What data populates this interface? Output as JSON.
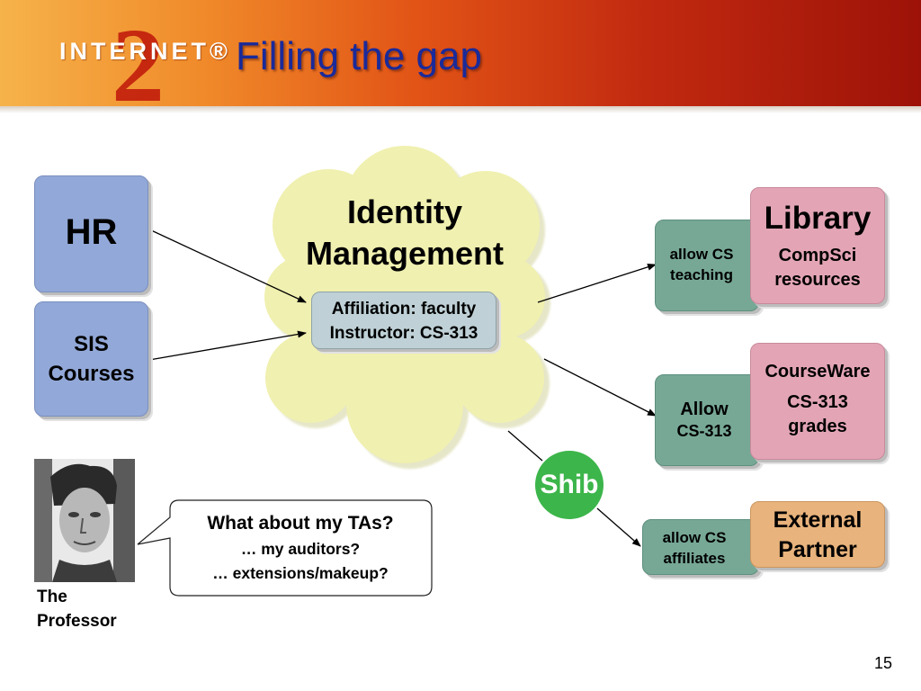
{
  "header": {
    "logo": "INTERNET®",
    "logo_numeral": "2",
    "title": "Filling the gap"
  },
  "sources": {
    "hr": "HR",
    "sis_line1": "SIS",
    "sis_line2": "Courses"
  },
  "identity": {
    "title_line1": "Identity",
    "title_line2": "Management",
    "attr_line1": "Affiliation: faculty",
    "attr_line2": "Instructor: CS-313"
  },
  "shib": "Shib",
  "targets": {
    "library": {
      "policy_line1": "allow CS",
      "policy_line2": "teaching",
      "title": "Library",
      "sub_line1": "CompSci",
      "sub_line2": "resources"
    },
    "courseware": {
      "policy_line1": "Allow",
      "policy_line2": "CS-313",
      "title": "CourseWare",
      "sub_line1": "CS-313",
      "sub_line2": "grades"
    },
    "external": {
      "policy_line1": "allow CS",
      "policy_line2": "affiliates",
      "title_line1": "External",
      "title_line2": "Partner"
    }
  },
  "speech": {
    "line1": "What about my TAs?",
    "line2": "… my auditors?",
    "line3": "… extensions/makeup?"
  },
  "professor": {
    "line1": "The",
    "line2": "Professor"
  },
  "page_number": "15",
  "colors": {
    "source_box": "#92a8d8",
    "policy_box": "#77a896",
    "target_box": "#e3a5b6",
    "external_box": "#e8b37c",
    "cloud": "#f0f0b0",
    "shib": "#3cb54a",
    "title": "#1a2a9a"
  }
}
